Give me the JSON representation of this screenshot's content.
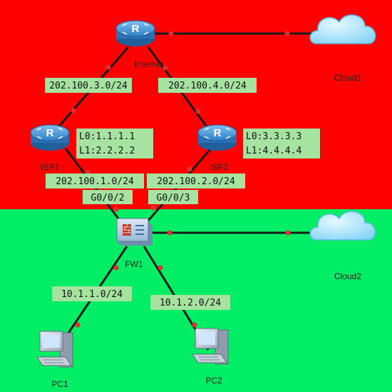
{
  "colors": {
    "top_zone": "#ff0000",
    "bottom_zone": "#00ee66",
    "link": "#1a1a1a",
    "port_dot": "#e03030",
    "label_bg": "#a6e3a1",
    "router_body": "#3d8fd6",
    "cloud": "#9fe0f8"
  },
  "nodes": {
    "internet": {
      "name": "Internet",
      "icon": "router-icon"
    },
    "isp1": {
      "name": "ISP1",
      "icon": "router-icon"
    },
    "isp2": {
      "name": "ISP2",
      "icon": "router-icon"
    },
    "fw1": {
      "name": "FW1",
      "icon": "firewall-icon"
    },
    "cloud1": {
      "name": "Cloud1",
      "icon": "cloud-icon"
    },
    "cloud2": {
      "name": "Cloud2",
      "icon": "cloud-icon"
    },
    "pc1": {
      "name": "PC1",
      "icon": "pc-icon"
    },
    "pc2": {
      "name": "PC2",
      "icon": "pc-icon"
    }
  },
  "labels": {
    "net_3": "202.100.3.0/24",
    "net_4": "202.100.4.0/24",
    "isp1_loopbacks": [
      "L0:1.1.1.1",
      "L1:2.2.2.2"
    ],
    "isp2_loopbacks": [
      "L0:3.3.3.3",
      "L1:4.4.4.4"
    ],
    "net_1": "202.100.1.0/24",
    "net_2": "202.100.2.0/24",
    "port_g002": "G0/0/2",
    "port_g003": "G0/0/3",
    "lan_1": "10.1.1.0/24",
    "lan_2": "10.1.2.0/24"
  }
}
